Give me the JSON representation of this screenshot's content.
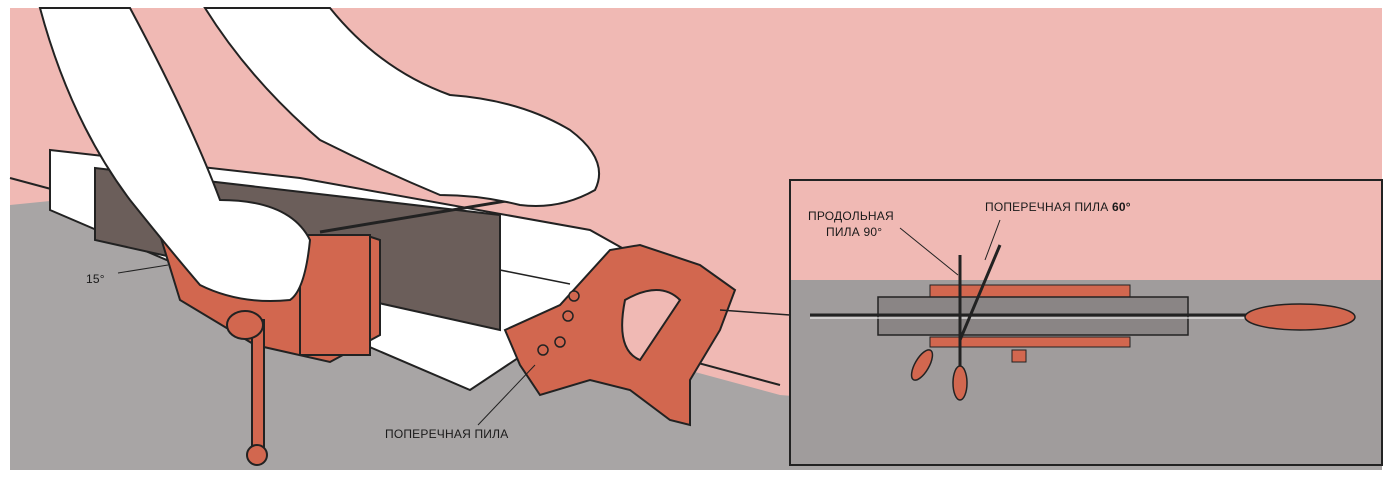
{
  "labels": {
    "angle_15": "15°",
    "crosscut_saw": "ПОПЕРЕЧНАЯ ПИЛА",
    "rip_saw_line1": "ПРОДОЛЬНАЯ",
    "rip_saw_line2": "ПИЛА 90°",
    "crosscut_60_text": "ПОПЕРЕЧНАЯ ПИЛА",
    "crosscut_60_angle": "60°"
  },
  "colors": {
    "background_pink": "#f0b9b4",
    "bench_gray": "#a8a5a5",
    "wood_dark": "#6b5e5a",
    "tool_red": "#d2674f",
    "inset_bg": "#a09c9c"
  }
}
